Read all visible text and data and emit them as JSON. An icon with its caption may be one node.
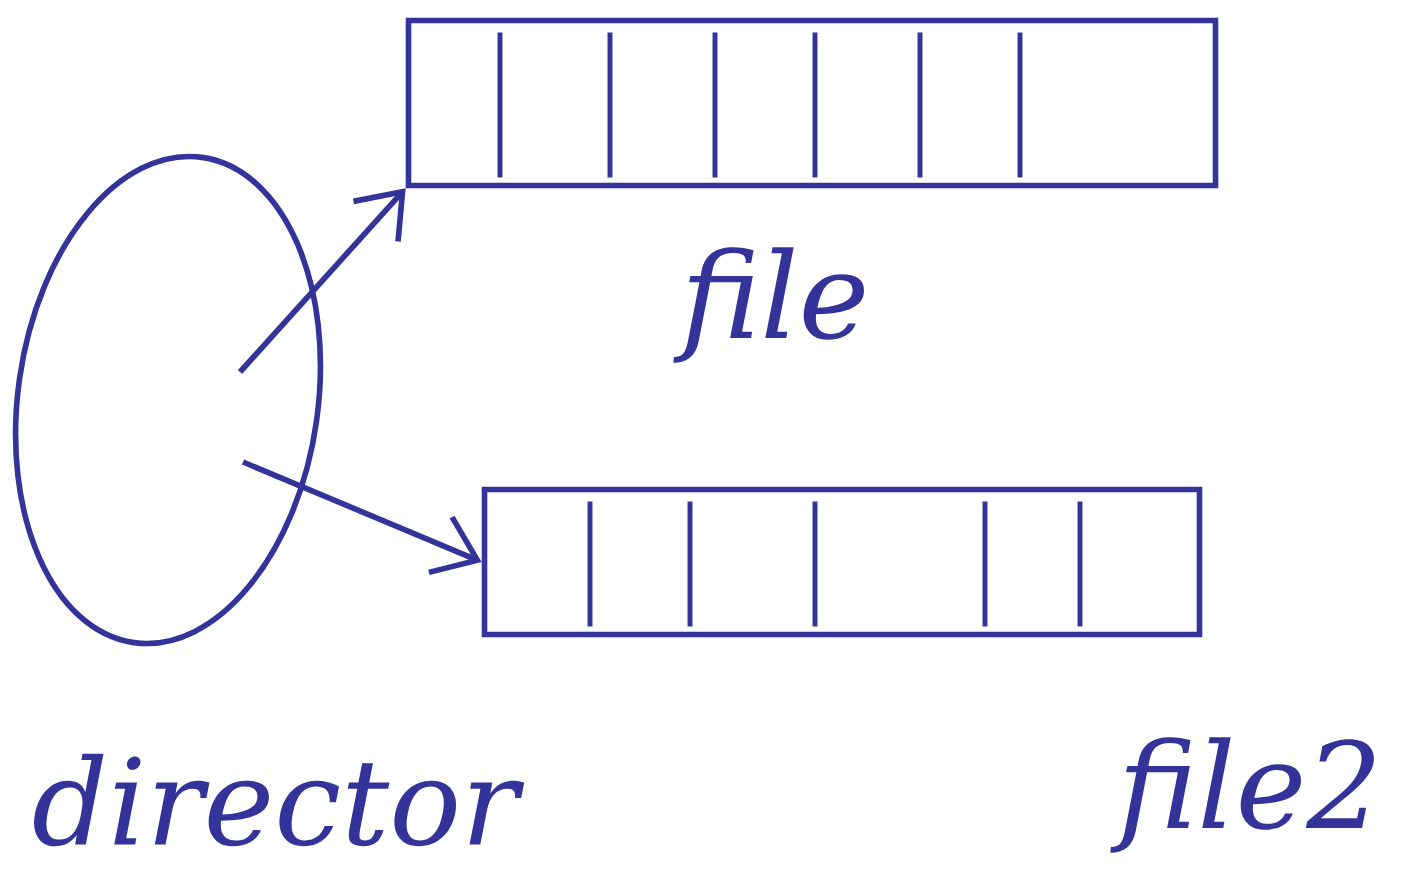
{
  "diagram": {
    "nodes": [
      {
        "text": [
          "director"
        ]
      },
      {
        "text": [
          "file"
        ]
      },
      {
        "text": [
          "file2"
        ]
      }
    ],
    "edges": [
      {
        "from": 0,
        "to": 1,
        "arrow": "to"
      },
      {
        "from": 0,
        "to": 2,
        "arrow": "to"
      }
    ]
  }
}
